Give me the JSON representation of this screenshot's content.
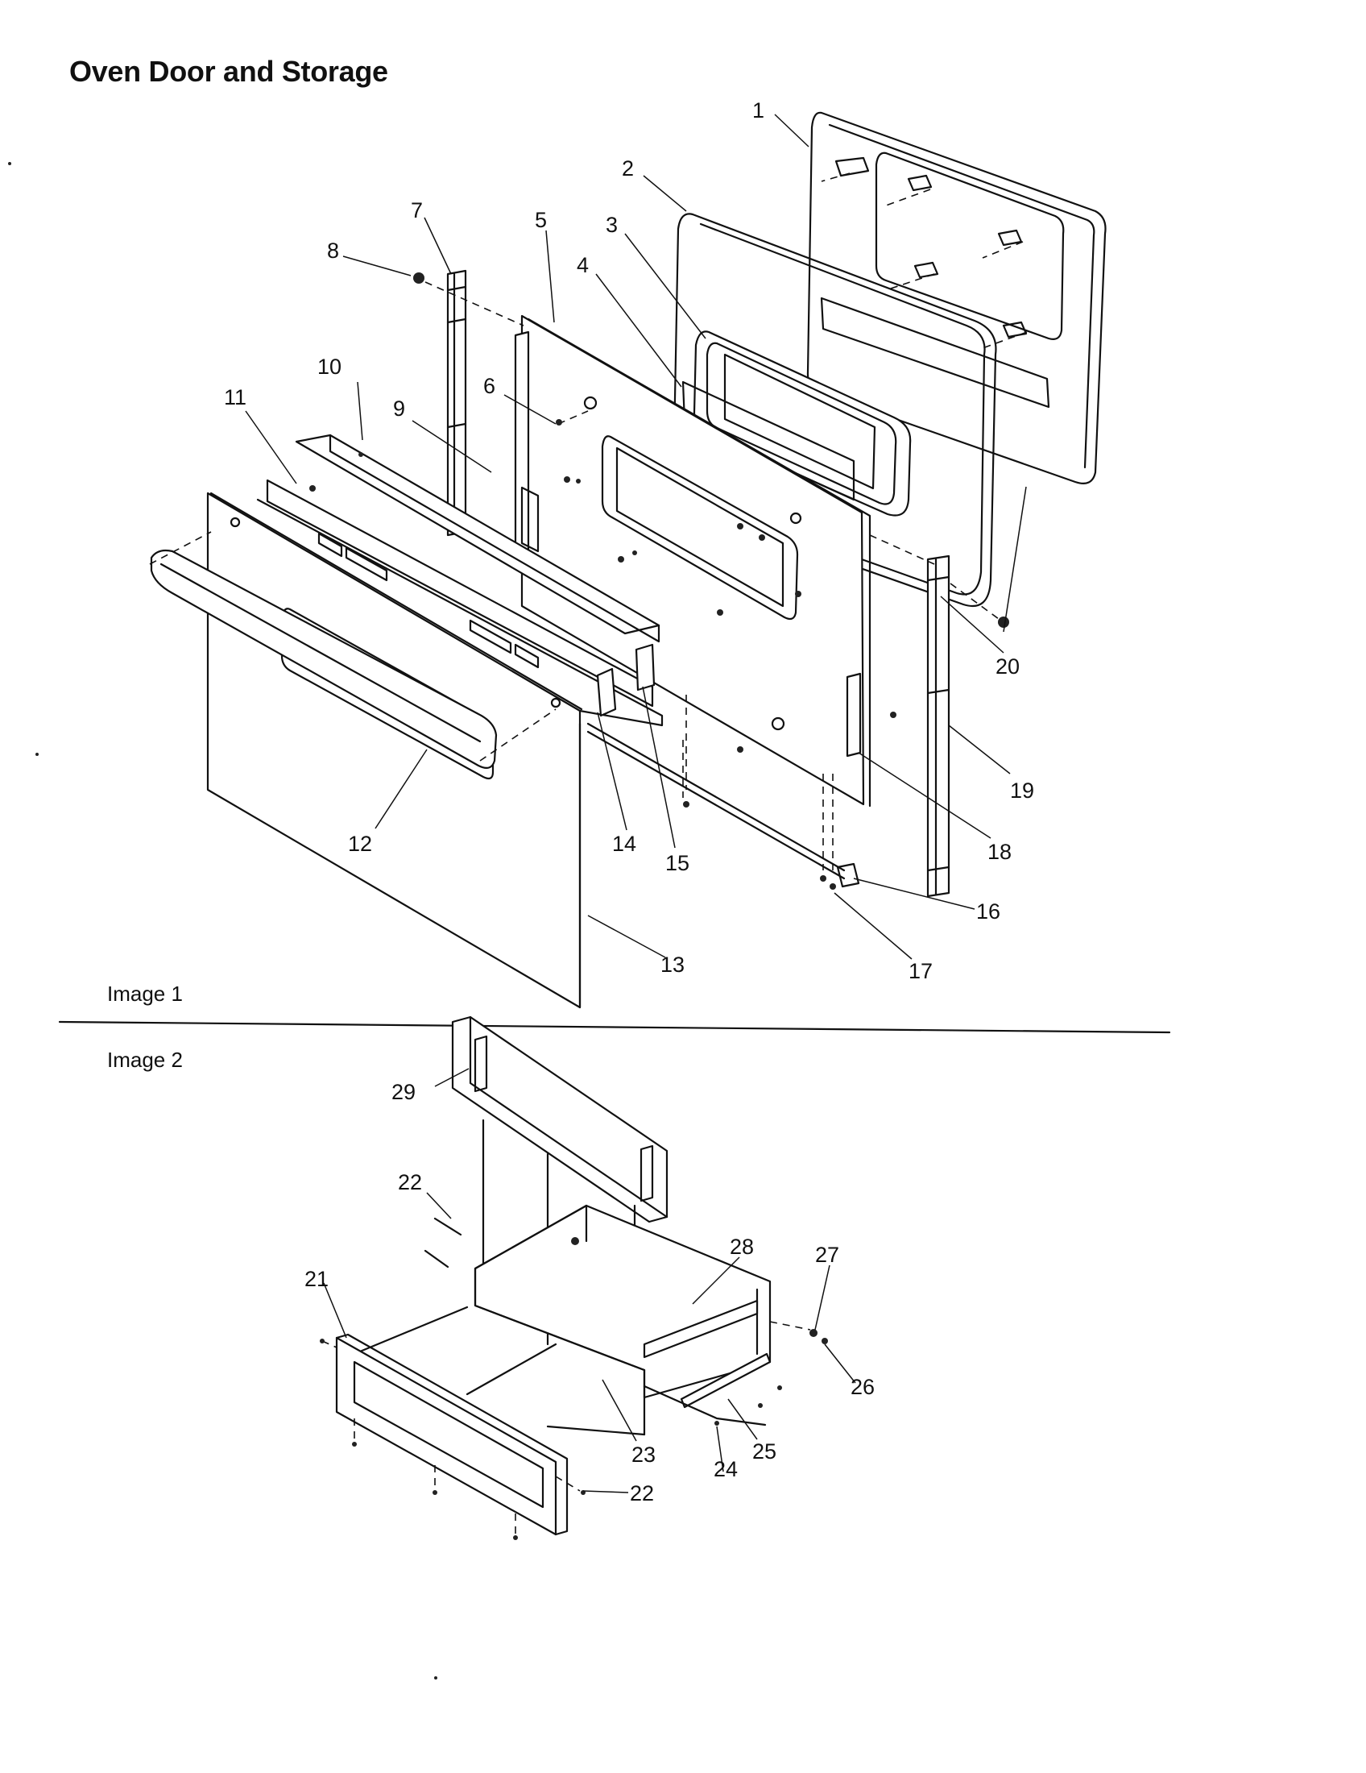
{
  "title": "Oven Door and Storage",
  "sections": [
    {
      "label": "Image 1"
    },
    {
      "label": "Image 2"
    }
  ],
  "callouts": [
    "1",
    "2",
    "3",
    "4",
    "5",
    "6",
    "7",
    "8",
    "9",
    "10",
    "11",
    "12",
    "13",
    "14",
    "15",
    "16",
    "17",
    "18",
    "19",
    "20",
    "21",
    "22",
    "22",
    "23",
    "24",
    "25",
    "26",
    "27",
    "28",
    "29"
  ]
}
